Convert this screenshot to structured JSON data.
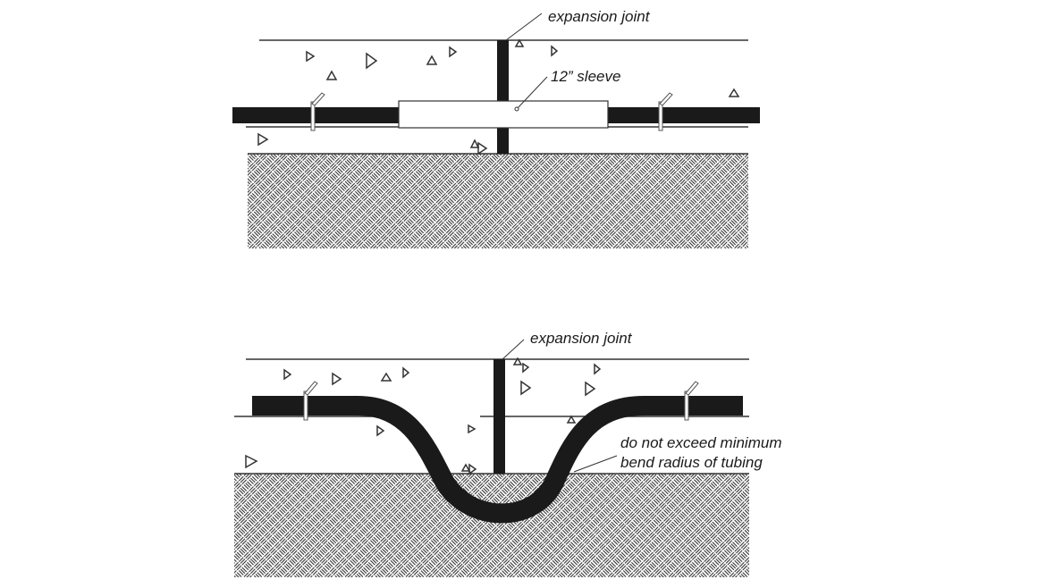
{
  "diagrams": [
    {
      "name": "sleeve-method",
      "labels": {
        "expansion_joint": "expansion joint",
        "sleeve": "12” sleeve"
      }
    },
    {
      "name": "bend-method",
      "labels": {
        "expansion_joint": "expansion joint",
        "bend_note_line1": "do not exceed minimum",
        "bend_note_line2": "bend radius of tubing"
      }
    }
  ],
  "colors": {
    "tube": "#1a1a1a",
    "line": "#333333",
    "background": "#ffffff"
  }
}
